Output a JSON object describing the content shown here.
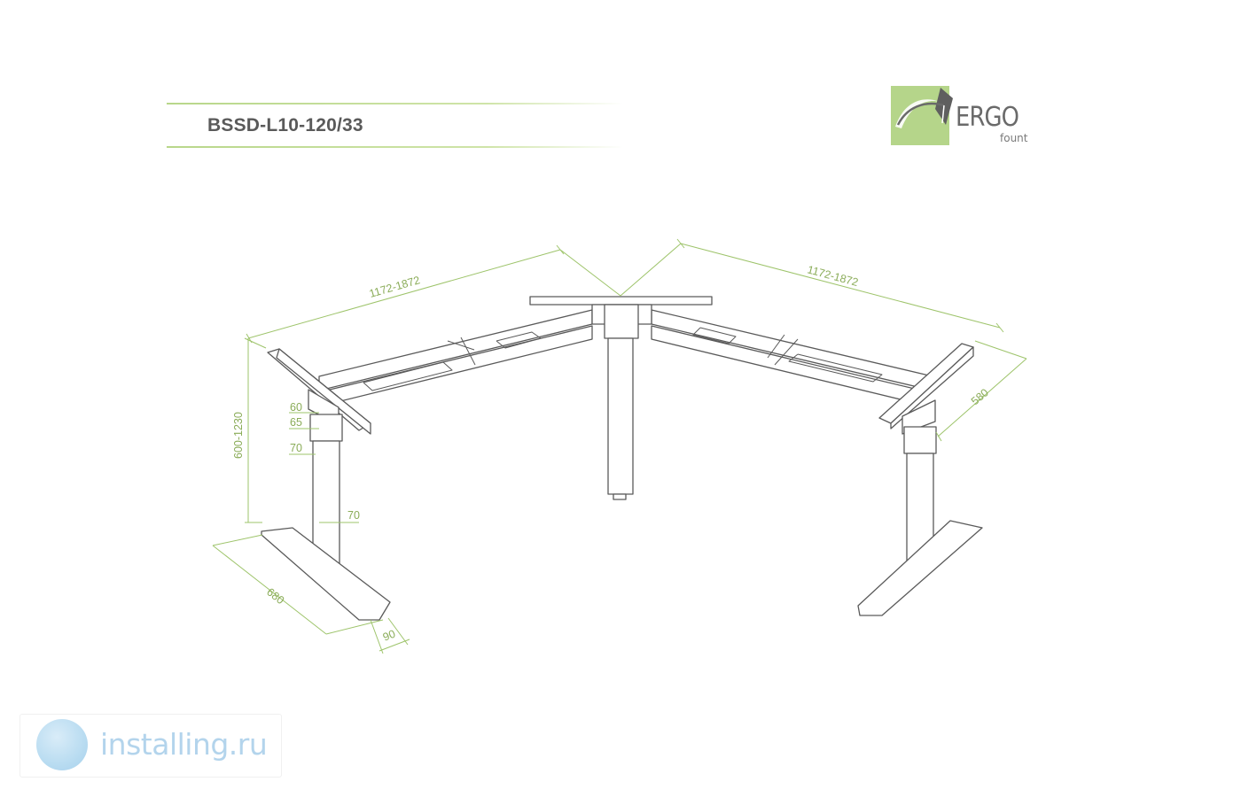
{
  "header": {
    "model": "BSSD-L10-120/33"
  },
  "logo": {
    "brand": "ERGO",
    "sub": "fount",
    "accent_color": "#b5d58a",
    "icon": "ergo-swoosh-icon"
  },
  "dimensions": {
    "left_width": "1172-1872",
    "right_width": "1172-1872",
    "height": "600-1230",
    "depth": "580",
    "foot_length": "680",
    "foot_width": "90",
    "column_offset": "70",
    "section_upper": "60",
    "section_middle": "65",
    "section_lower": "70"
  },
  "watermark": {
    "text": "installing.ru",
    "icon": "globe-icon",
    "color": "#b3d4ec"
  },
  "colors": {
    "line": "#5a5a5a",
    "dimension": "#9ec46b",
    "dimension_text": "#8aac58"
  }
}
